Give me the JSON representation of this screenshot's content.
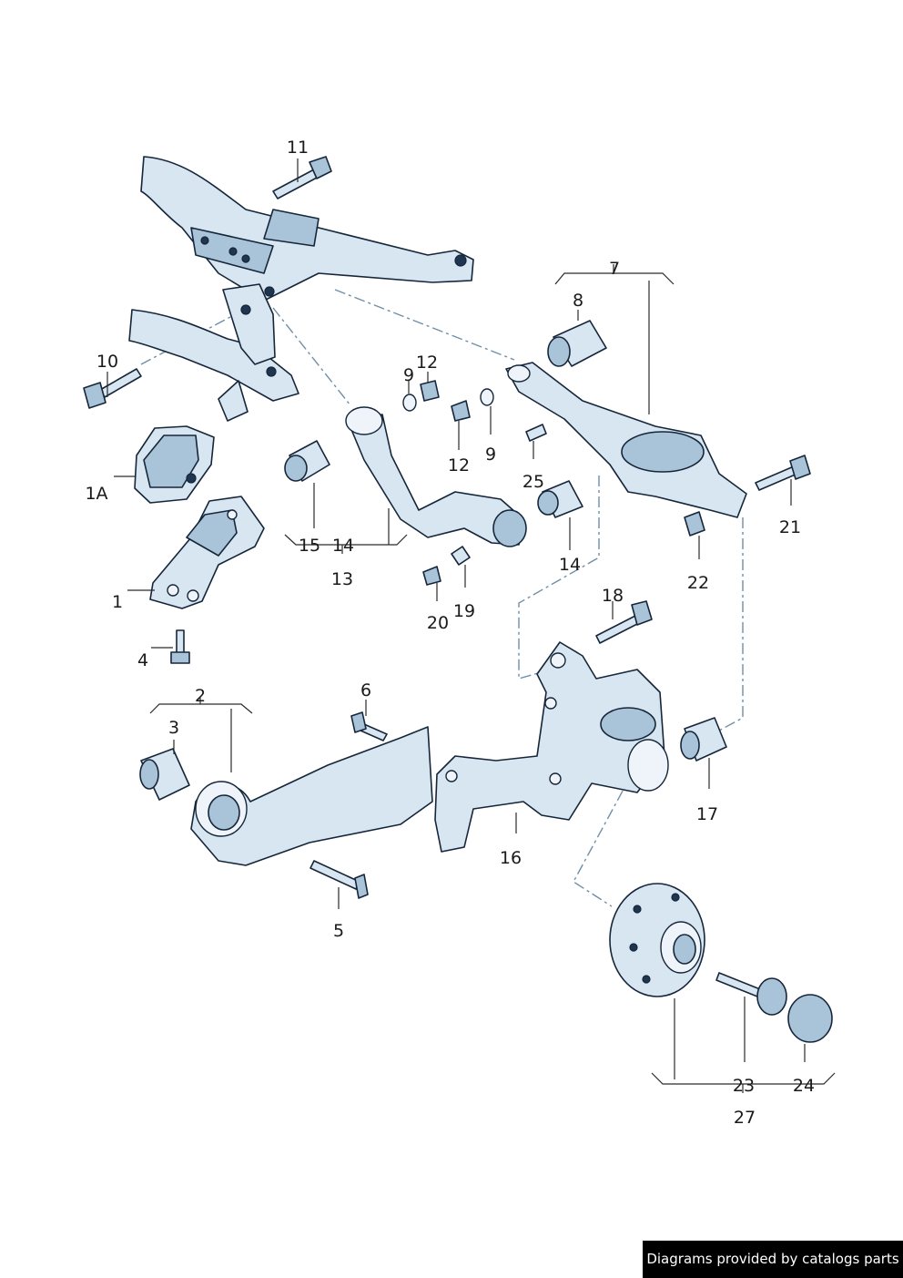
{
  "labels": {
    "l1": "1",
    "l1a": "1A",
    "l2": "2",
    "l3": "3",
    "l4": "4",
    "l5": "5",
    "l6": "6",
    "l7": "7",
    "l8": "8",
    "l9a": "9",
    "l9b": "9",
    "l10": "10",
    "l11": "11",
    "l12a": "12",
    "l12b": "12",
    "l13": "13",
    "l14a": "14",
    "l14b": "14",
    "l15": "15",
    "l16": "16",
    "l17": "17",
    "l18": "18",
    "l19": "19",
    "l20": "20",
    "l21": "21",
    "l22": "22",
    "l23": "23",
    "l24": "24",
    "l25": "25",
    "l27": "27"
  },
  "footer": {
    "credit": "Diagrams provided by catalogs parts"
  }
}
